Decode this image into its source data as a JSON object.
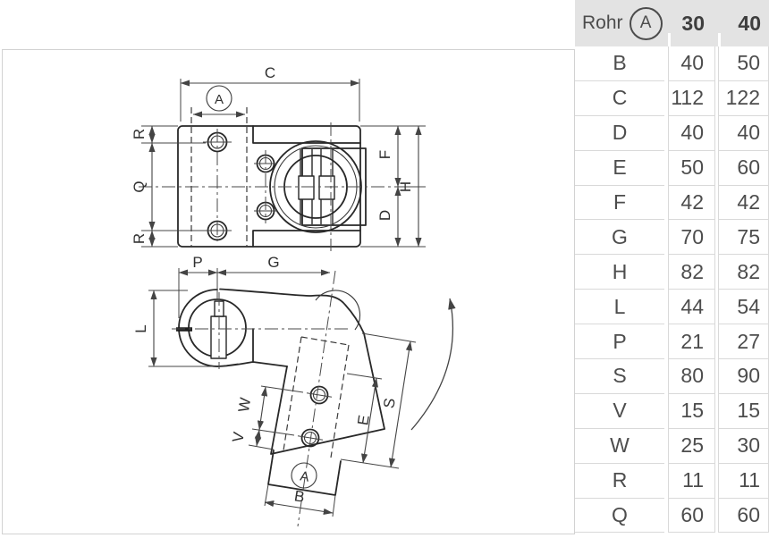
{
  "drawing": {
    "top_view": {
      "labels": {
        "c": "C",
        "a": "A",
        "r_top": "R",
        "q": "Q",
        "r_bottom": "R",
        "f": "F",
        "h": "H",
        "d": "D"
      }
    },
    "bottom_view": {
      "labels": {
        "p": "P",
        "g": "G",
        "l": "L",
        "w": "W",
        "v": "V",
        "s": "S",
        "e": "E",
        "b": "B",
        "a": "A"
      }
    }
  },
  "table": {
    "header": {
      "label": "Rohr",
      "symbol": "A",
      "col1": "30",
      "col2": "40"
    },
    "rows": [
      {
        "label": "B",
        "v30": "40",
        "v40": "50"
      },
      {
        "label": "C",
        "v30": "112",
        "v40": "122"
      },
      {
        "label": "D",
        "v30": "40",
        "v40": "40"
      },
      {
        "label": "E",
        "v30": "50",
        "v40": "60"
      },
      {
        "label": "F",
        "v30": "42",
        "v40": "42"
      },
      {
        "label": "G",
        "v30": "70",
        "v40": "75"
      },
      {
        "label": "H",
        "v30": "82",
        "v40": "82"
      },
      {
        "label": "L",
        "v30": "44",
        "v40": "54"
      },
      {
        "label": "P",
        "v30": "21",
        "v40": "27"
      },
      {
        "label": "S",
        "v30": "80",
        "v40": "90"
      },
      {
        "label": "V",
        "v30": "15",
        "v40": "15"
      },
      {
        "label": "W",
        "v30": "25",
        "v40": "30"
      },
      {
        "label": "R",
        "v30": "11",
        "v40": "11"
      },
      {
        "label": "Q",
        "v30": "60",
        "v40": "60"
      }
    ]
  },
  "colors": {
    "outline": "#282828",
    "dimension": "#444444",
    "table_border": "#d9d9d9",
    "header_bg": "#e3e3e3",
    "text": "#4d4d4d"
  }
}
